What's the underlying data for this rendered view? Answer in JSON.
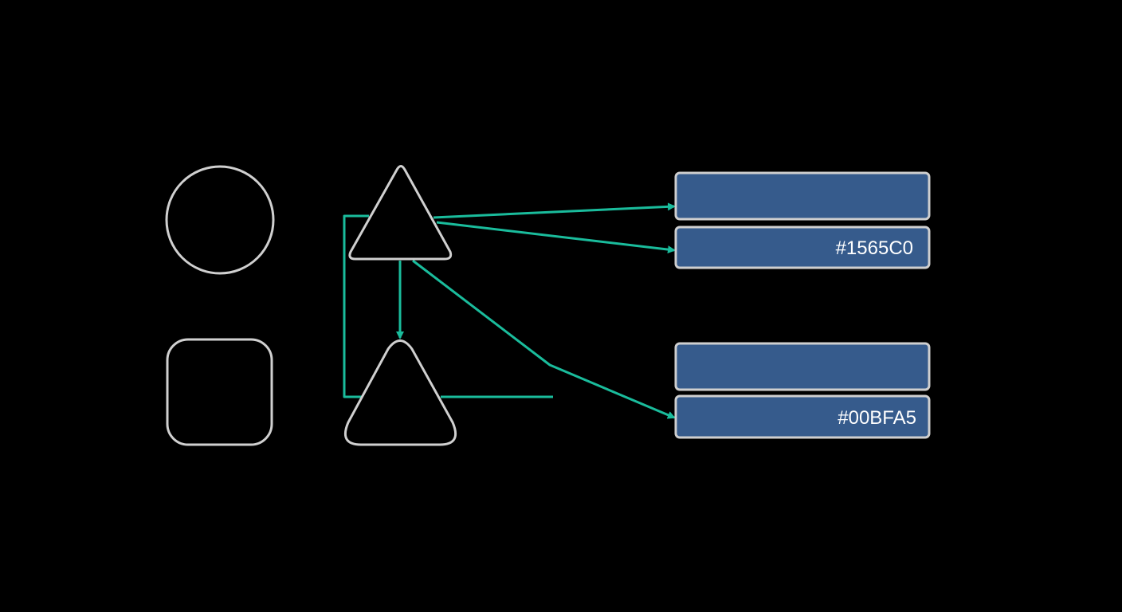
{
  "colors": {
    "background": "#000000",
    "shape_stroke": "#d0d0d0",
    "connector": "#1abc9c",
    "box_fill": "#365b8c",
    "box_stroke": "#cfcfcf",
    "label": "#ffffff"
  },
  "shapes": [
    {
      "name": "circle-shape",
      "kind": "circle"
    },
    {
      "name": "triangle-top-shape",
      "kind": "triangle"
    },
    {
      "name": "rounded-square-shape",
      "kind": "rounded-square"
    },
    {
      "name": "triangle-bottom-shape",
      "kind": "triangle"
    }
  ],
  "boxes": [
    {
      "name": "box-1",
      "label": ""
    },
    {
      "name": "box-2",
      "label": "#1565C0"
    },
    {
      "name": "box-3",
      "label": ""
    },
    {
      "name": "box-4",
      "label": "#00BFA5"
    }
  ]
}
